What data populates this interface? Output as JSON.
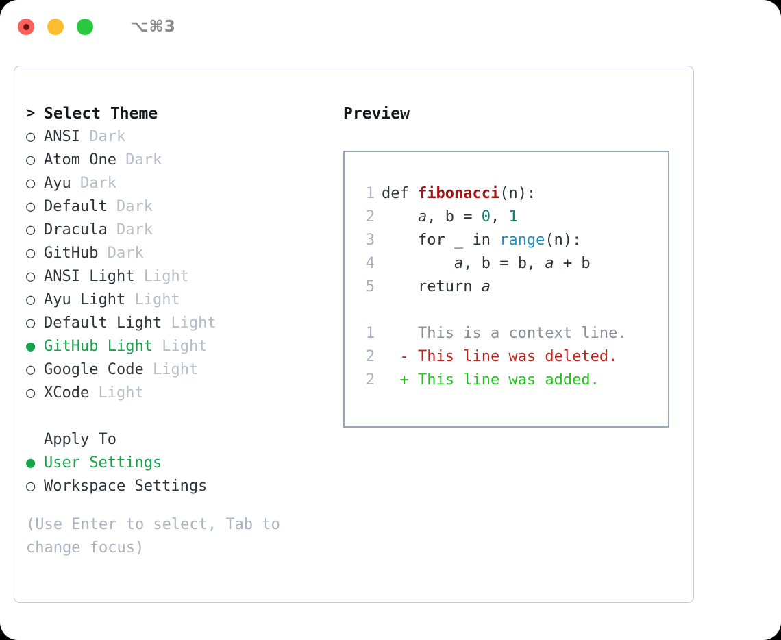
{
  "titlebar": {
    "shortcut": "⌥⌘3",
    "lights": [
      "close-red",
      "minimize-yellow",
      "zoom-green"
    ]
  },
  "theme_picker": {
    "heading_marker": ">",
    "heading": "Select Theme",
    "selected_marker": "●",
    "unselected_marker": "○",
    "items": [
      {
        "marker": "○",
        "name": "ANSI",
        "kind": "Dark",
        "selected": false
      },
      {
        "marker": "○",
        "name": "Atom One",
        "kind": "Dark",
        "selected": false
      },
      {
        "marker": "○",
        "name": "Ayu",
        "kind": "Dark",
        "selected": false
      },
      {
        "marker": "○",
        "name": "Default",
        "kind": "Dark",
        "selected": false
      },
      {
        "marker": "○",
        "name": "Dracula",
        "kind": "Dark",
        "selected": false
      },
      {
        "marker": "○",
        "name": "GitHub",
        "kind": "Dark",
        "selected": false
      },
      {
        "marker": "○",
        "name": "ANSI Light",
        "kind": "Light",
        "selected": false
      },
      {
        "marker": "○",
        "name": "Ayu Light",
        "kind": "Light",
        "selected": false
      },
      {
        "marker": "○",
        "name": "Default Light",
        "kind": "Light",
        "selected": false
      },
      {
        "marker": "●",
        "name": "GitHub Light",
        "kind": "Light",
        "selected": true
      },
      {
        "marker": "○",
        "name": "Google Code",
        "kind": "Light",
        "selected": false
      },
      {
        "marker": "○",
        "name": "XCode",
        "kind": "Light",
        "selected": false
      }
    ]
  },
  "apply_to": {
    "heading": "Apply To",
    "items": [
      {
        "marker": "●",
        "label": "User Settings",
        "selected": true
      },
      {
        "marker": "○",
        "label": "Workspace Settings",
        "selected": false
      }
    ]
  },
  "hint": "(Use Enter to select, Tab to change focus)",
  "preview": {
    "title": "Preview",
    "code_lines": [
      {
        "number": "1",
        "tokens": [
          {
            "text": "def ",
            "style": "def"
          },
          {
            "text": "fibonacci",
            "style": "func"
          },
          {
            "text": "(n):",
            "style": "plain"
          }
        ]
      },
      {
        "number": "2",
        "tokens": [
          {
            "text": "    ",
            "style": "plain"
          },
          {
            "text": "a",
            "style": "ital"
          },
          {
            "text": ", b = ",
            "style": "plain"
          },
          {
            "text": "0",
            "style": "num"
          },
          {
            "text": ", ",
            "style": "plain"
          },
          {
            "text": "1",
            "style": "num"
          }
        ]
      },
      {
        "number": "3",
        "tokens": [
          {
            "text": "    for _ in ",
            "style": "plain"
          },
          {
            "text": "range",
            "style": "builtin"
          },
          {
            "text": "(n):",
            "style": "plain"
          }
        ]
      },
      {
        "number": "4",
        "tokens": [
          {
            "text": "        ",
            "style": "plain"
          },
          {
            "text": "a",
            "style": "ital"
          },
          {
            "text": ", b = b, ",
            "style": "plain"
          },
          {
            "text": "a",
            "style": "ital"
          },
          {
            "text": " + b",
            "style": "plain"
          }
        ]
      },
      {
        "number": "5",
        "tokens": [
          {
            "text": "    return ",
            "style": "plain"
          },
          {
            "text": "a",
            "style": "ital"
          }
        ]
      }
    ],
    "diff_lines": [
      {
        "number": "1",
        "sign": " ",
        "text": "This is a context line.",
        "kind": "context"
      },
      {
        "number": "2",
        "sign": "-",
        "text": "This line was deleted.",
        "kind": "deleted"
      },
      {
        "number": "2",
        "sign": "+",
        "text": "This line was added.",
        "kind": "added"
      }
    ]
  },
  "colors": {
    "selection_green": "#16a34a",
    "diff_add_green": "#22c11e",
    "diff_del_red": "#c0261f",
    "func_red": "#a31515",
    "builtin_blue": "#1f8dbd",
    "number_teal": "#0f7b6c",
    "muted_gray": "#b6bec9",
    "hint_gray": "#a9b2bf",
    "panel_border": "#c3cad6",
    "preview_border": "#9aa7b6"
  }
}
